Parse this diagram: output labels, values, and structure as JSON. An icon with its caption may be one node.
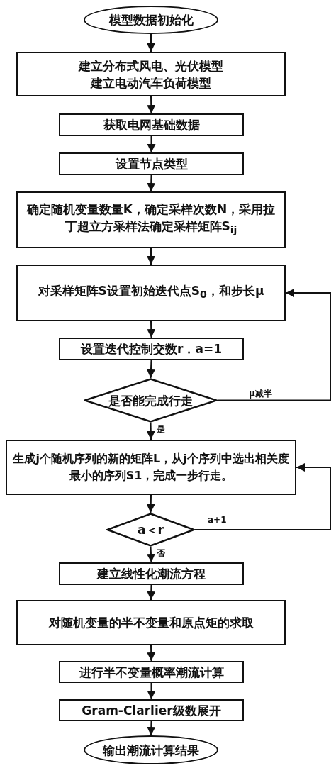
{
  "diagram": {
    "nodes": [
      {
        "text": [
          "模型数据初始化"
        ]
      },
      {
        "text": [
          "建立分布式风电、光伏模型",
          "建立电动汽车负荷模型"
        ]
      },
      {
        "text": [
          "获取电网基础数据"
        ]
      },
      {
        "text": [
          "设置节点类型"
        ]
      },
      {
        "text": [
          "确定随机变量数量K，确定采样次数N，采用拉丁超立方采样法确定采样矩阵S$_{ij}$"
        ]
      },
      {
        "text": [
          "对采样矩阵S设置初始迭代点S$_{0}$，和步长μ"
        ]
      },
      {
        "text": [
          "设置迭代控制交数r．a=1"
        ]
      },
      {
        "text": [
          "是否能完成行走"
        ]
      },
      {
        "text": [
          "生成j个随机序列的新的矩阵L，从j个序列中选出相关度最小的序列S1，完成一步行走。"
        ]
      },
      {
        "text": [
          "a＜r"
        ]
      },
      {
        "text": [
          "建立线性化潮流方程"
        ]
      },
      {
        "text": [
          "对随机变量的半不变量和原点矩的求取"
        ]
      },
      {
        "text": [
          "进行半不变量概率潮流计算"
        ]
      },
      {
        "text": [
          "Gram-Clarlier级数展开"
        ]
      },
      {
        "text": [
          "输出潮流计算结果"
        ]
      }
    ],
    "edges": [
      {
        "from": 0,
        "to": 1,
        "arrow": "to"
      },
      {
        "from": 1,
        "to": 2,
        "arrow": "to"
      },
      {
        "from": 2,
        "to": 3,
        "arrow": "to"
      },
      {
        "from": 3,
        "to": 4,
        "arrow": "to"
      },
      {
        "from": 4,
        "to": 5,
        "arrow": "to"
      },
      {
        "from": 5,
        "to": 6,
        "arrow": "to"
      },
      {
        "from": 6,
        "to": 7,
        "arrow": "to"
      },
      {
        "from": 7,
        "to": 8,
        "arrow": "to",
        "label": "是"
      },
      {
        "from": 7,
        "to": 5,
        "arrow": "to",
        "label": "μ减半"
      },
      {
        "from": 8,
        "to": 9,
        "arrow": "to"
      },
      {
        "from": 9,
        "to": 8,
        "arrow": "to",
        "label": "a+1"
      },
      {
        "from": 9,
        "to": 10,
        "arrow": "to",
        "label": "否"
      },
      {
        "from": 10,
        "to": 11,
        "arrow": "to"
      },
      {
        "from": 11,
        "to": 12,
        "arrow": "to"
      },
      {
        "from": 12,
        "to": 13,
        "arrow": "to"
      },
      {
        "from": 13,
        "to": 14,
        "arrow": "to"
      }
    ]
  }
}
